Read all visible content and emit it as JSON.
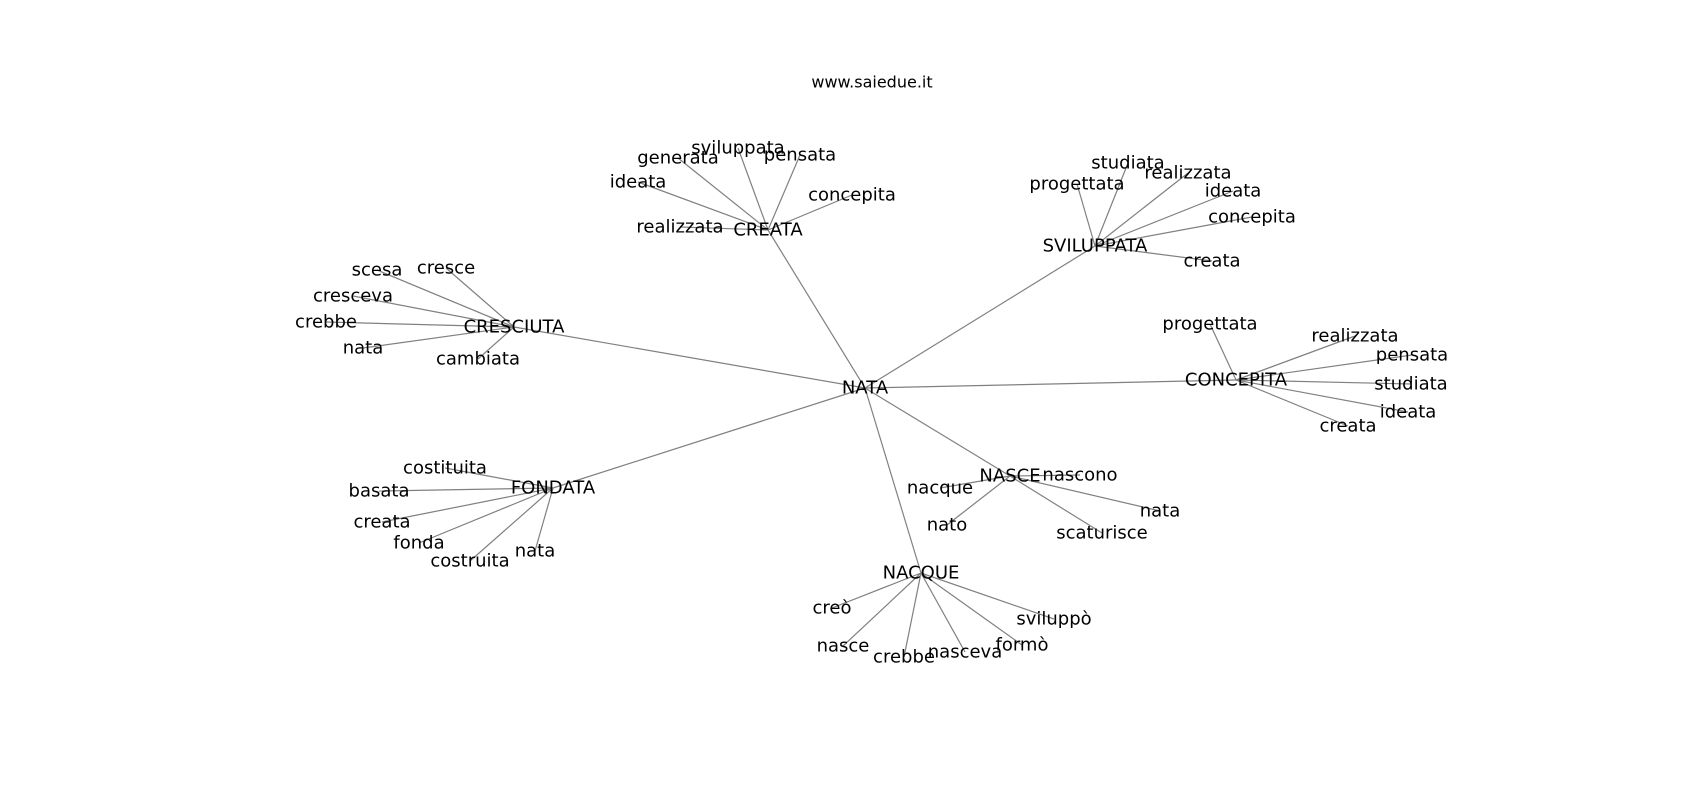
{
  "header": {
    "site": "www.saiedue.it"
  },
  "graph": {
    "center": "NATA",
    "groups": [
      {
        "hub": "CREATA",
        "leaves": [
          "generata",
          "sviluppata",
          "pensata",
          "ideata",
          "concepita",
          "realizzata"
        ]
      },
      {
        "hub": "SVILUPPATA",
        "leaves": [
          "studiata",
          "progettata",
          "realizzata",
          "ideata",
          "concepita",
          "creata"
        ]
      },
      {
        "hub": "CRESCIUTA",
        "leaves": [
          "scesa",
          "cresce",
          "cresceva",
          "crebbe",
          "nata",
          "cambiata"
        ]
      },
      {
        "hub": "CONCEPITA",
        "leaves": [
          "progettata",
          "realizzata",
          "pensata",
          "studiata",
          "ideata",
          "creata"
        ]
      },
      {
        "hub": "FONDATA",
        "leaves": [
          "costituita",
          "basata",
          "creata",
          "fonda",
          "costruita",
          "nata"
        ]
      },
      {
        "hub": "NASCE",
        "leaves": [
          "nacque",
          "nascono",
          "nata",
          "nato",
          "scaturisce"
        ]
      },
      {
        "hub": "NACQUE",
        "leaves": [
          "creò",
          "sviluppò",
          "nasce",
          "formò",
          "crebbe",
          "nasceva"
        ]
      }
    ]
  }
}
